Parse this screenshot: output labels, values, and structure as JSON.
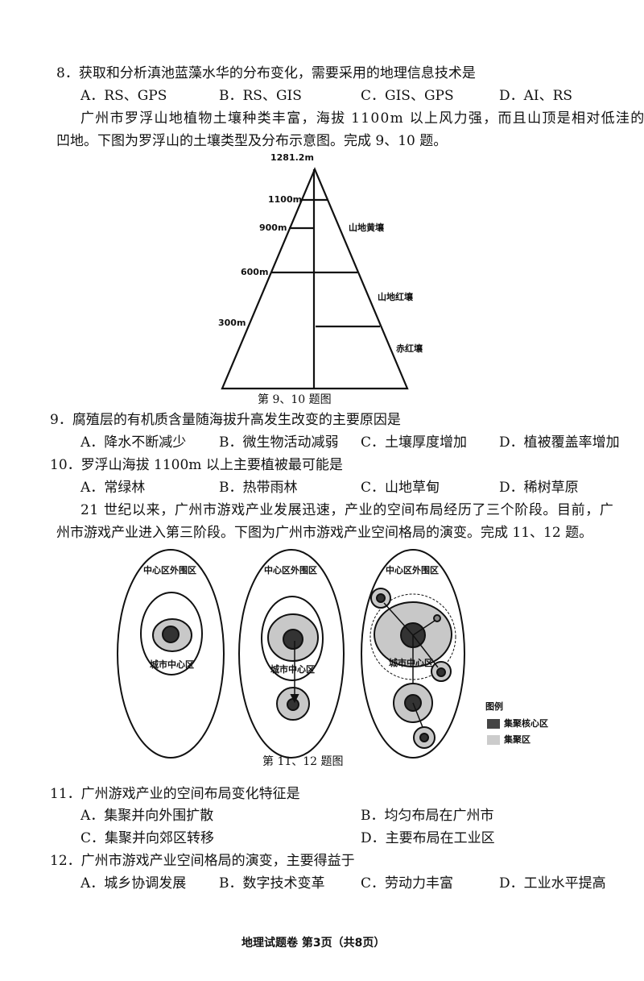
{
  "q8": {
    "stem": "8．获取和分析滇池蓝藻水华的分布变化，需要采用的地理信息技术是",
    "options": [
      "A．RS、GPS",
      "B．RS、GIS",
      "C．GIS、GPS",
      "D．AI、RS"
    ]
  },
  "intro1": [
    "广州市罗浮山地植物土壤种类丰富，海拔 1100m 以上风力强，而且山顶是相对低洼的",
    "凹地。下图为罗浮山的土壤类型及分布示意图。完成 9、10 题。"
  ],
  "fig1": {
    "peak": "1281.2m",
    "elevations": [
      "1100m",
      "900m",
      "600m",
      "300m"
    ],
    "soils": [
      "山地黄壤",
      "山地红壤",
      "赤红壤"
    ],
    "caption": "第 9、10 题图"
  },
  "q9": {
    "stem": "9．腐殖层的有机质含量随海拔升高发生改变的主要原因是",
    "options": [
      "A．降水不断减少",
      "B．微生物活动减弱",
      "C．土壤厚度增加",
      "D．植被覆盖率增加"
    ]
  },
  "q10": {
    "stem": "10．罗浮山海拔 1100m 以上主要植被最可能是",
    "options": [
      "A．常绿林",
      "B．热带雨林",
      "C．山地草甸",
      "D．稀树草原"
    ]
  },
  "intro2": [
    "21 世纪以来，广州市游戏产业发展迅速，产业的空间布局经历了三个阶段。目前，广",
    "州市游戏产业进入第三阶段。下图为广州市游戏产业空间格局的演变。完成 11、12 题。"
  ],
  "fig2": {
    "outer": "中心区外围区",
    "inner": "城市中心区",
    "legend_title": "图例",
    "legend": [
      "集聚核心区",
      "集聚区"
    ],
    "caption": "第 11、12 题图"
  },
  "q11": {
    "stem": "11．广州游戏产业的空间布局变化特征是",
    "options": [
      "A．集聚并向外围扩散",
      "B．均匀布局在广州市",
      "C．集聚并向郊区转移",
      "D．主要布局在工业区"
    ]
  },
  "q12": {
    "stem": "12．广州市游戏产业空间格局的演变，主要得益于",
    "options": [
      "A．城乡协调发展",
      "B．数字技术变革",
      "C．劳动力丰富",
      "D．工业水平提高"
    ]
  },
  "footer": "地理试题卷 第3页（共8页）"
}
